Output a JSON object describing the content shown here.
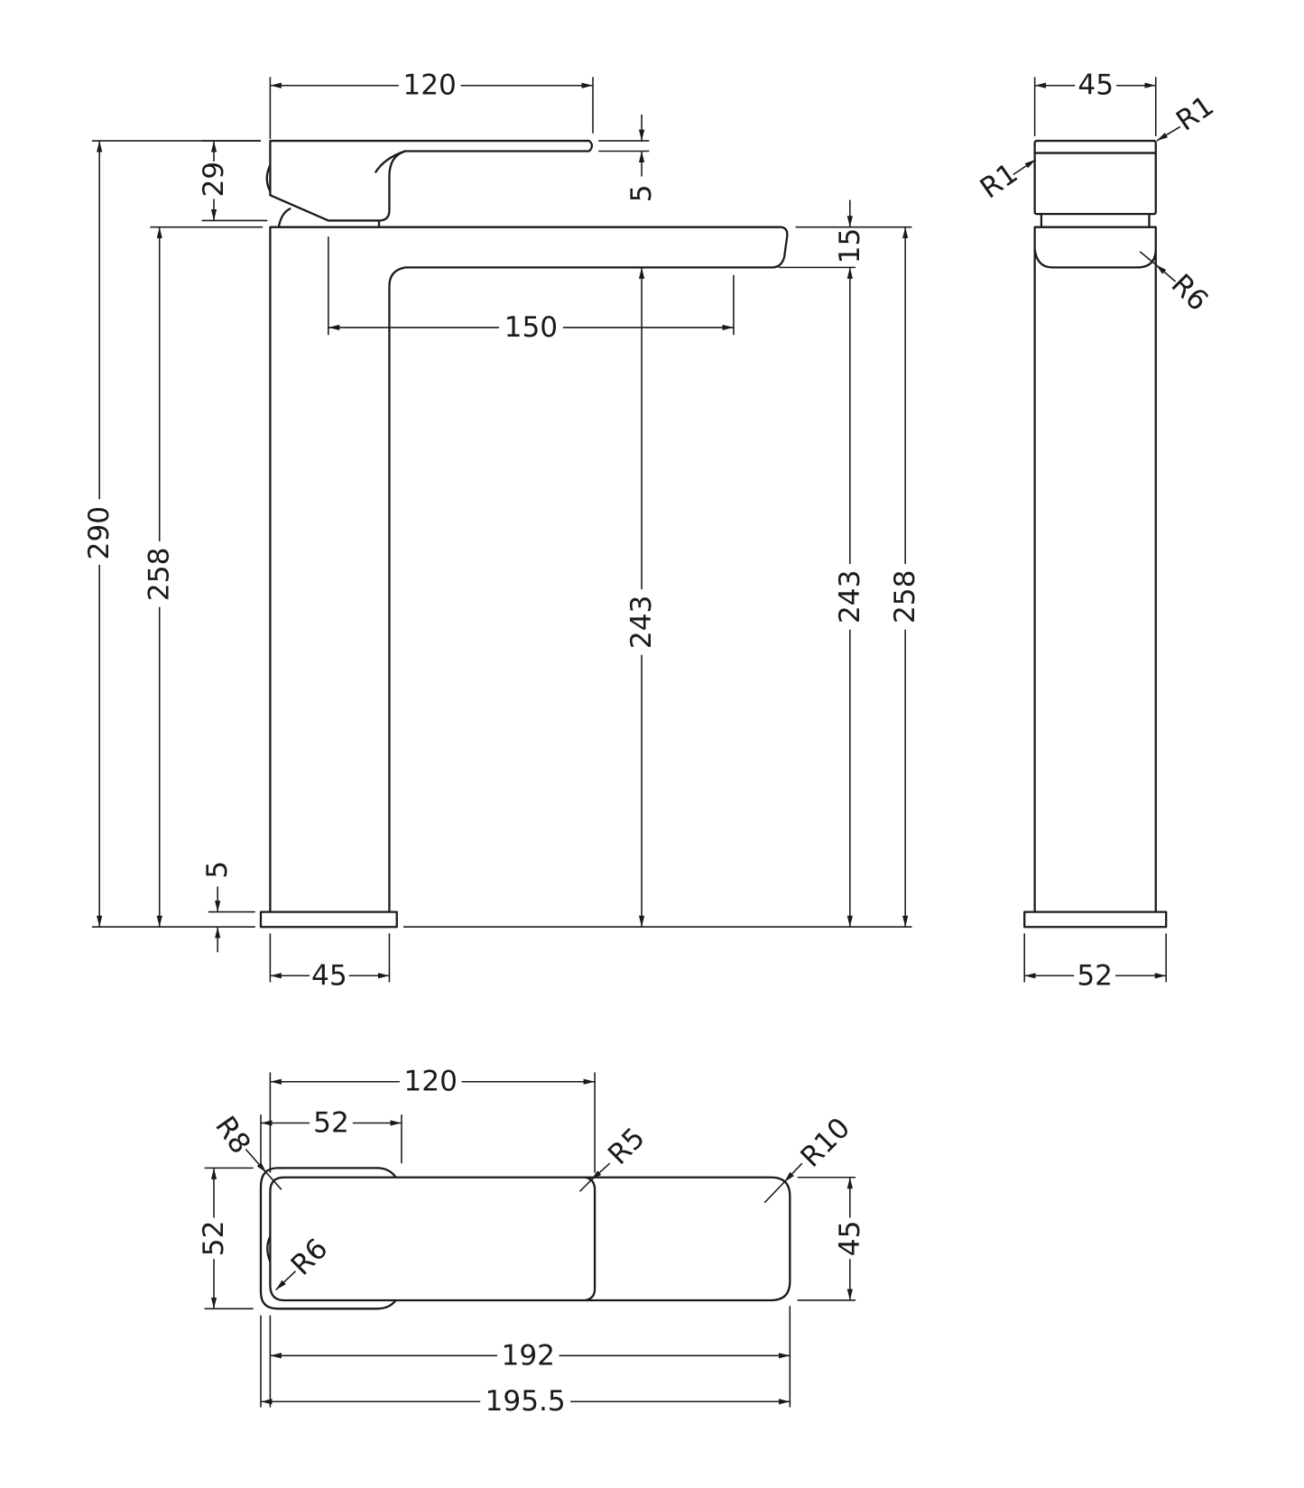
{
  "drawing": {
    "front_view": {
      "lever_length": "120",
      "lever_thickness": "5",
      "overall_height": "290",
      "spout_height_left": "258",
      "lever_height": "29",
      "spout_reach": "150",
      "spout_outlet_height": "243",
      "spout_outlet_height_right": "243",
      "spout_thickness": "15",
      "spout_height_right": "258",
      "base_plate_thickness": "5",
      "body_width": "45"
    },
    "side_view": {
      "width": "45",
      "radius_top_right": "R1",
      "radius_top_left": "R1",
      "radius_spout": "R6",
      "base_width": "52"
    },
    "top_view": {
      "lever_length": "120",
      "handle_length": "52",
      "handle_width": "52",
      "spout_width": "45",
      "spout_length": "192",
      "overall_length": "195.5",
      "radius_handle": "R8",
      "radius_lever": "R5",
      "radius_spout": "R10",
      "radius_inner": "R6"
    }
  }
}
